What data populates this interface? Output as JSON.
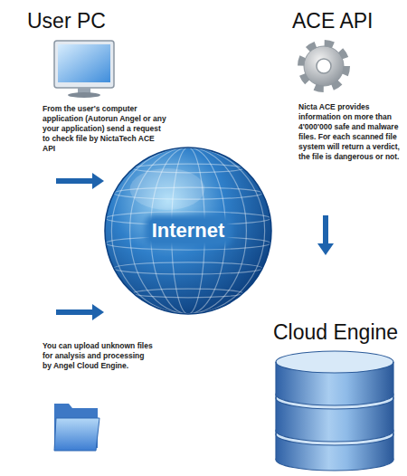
{
  "diagram": {
    "nodes": [
      {
        "text": [
          "User PC",
          "From the user's computer application (Autorun Angel or any your application) send a request to check file by NictaTech ACE API"
        ]
      },
      {
        "text": [
          "ACE API",
          "Nicta ACE provides information on more than 4'000'000 safe and malware files. For each scanned file system will return a verdict, the file is dangerous or not."
        ]
      },
      {
        "text": [
          "Internet"
        ]
      },
      {
        "text": [
          "You can upload unknown files for analysis and processing by Angel Cloud Engine."
        ]
      },
      {
        "text": [
          "Cloud Engine"
        ]
      }
    ],
    "edges": [
      {
        "from": 0,
        "to": 2,
        "arrow": "to"
      },
      {
        "from": 1,
        "to": 4,
        "arrow": "to"
      },
      {
        "from": 3,
        "to": 2,
        "arrow": "to"
      }
    ]
  }
}
